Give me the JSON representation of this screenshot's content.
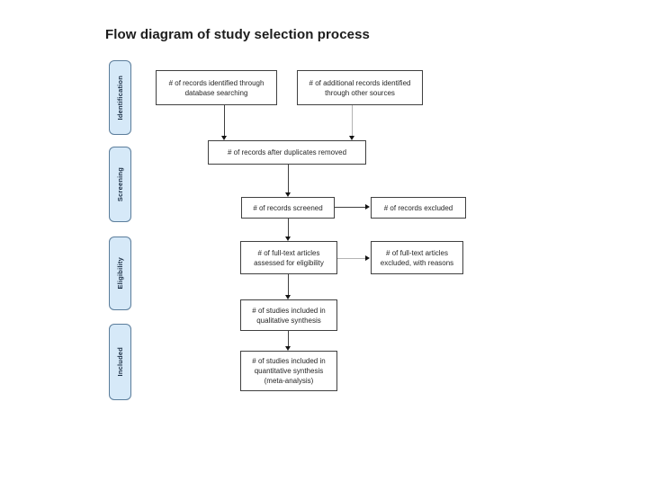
{
  "page": {
    "title": "Flow diagram of study selection process",
    "background_color": "#ffffff"
  },
  "colors": {
    "stage_fill": "#d6e9f8",
    "stage_border": "#5b7d9b",
    "stage_text": "#1c2f45",
    "box_border": "#404040",
    "box_text": "#262626",
    "connector_dark": "#3f3f3f",
    "connector_grey": "#b3b3b3",
    "arrowhead": "#141414"
  },
  "sidebar": {
    "stages": [
      {
        "label": "Identification"
      },
      {
        "label": "Screening"
      },
      {
        "label": "Eligibility"
      },
      {
        "label": "Included"
      }
    ]
  },
  "flow": {
    "boxes": [
      {
        "id": "records-identified",
        "label": "# of records identified through\ndatabase searching"
      },
      {
        "id": "additional-records",
        "label": "# of additional records identified\nthrough other sources"
      },
      {
        "id": "duplicates-removed",
        "label": "# of records after duplicates removed"
      },
      {
        "id": "records-screened",
        "label": "# of records screened"
      },
      {
        "id": "records-excluded",
        "label": "# of records excluded"
      },
      {
        "id": "fulltext-assessed",
        "label": "# of full-text articles\nassessed for eligibility"
      },
      {
        "id": "fulltext-excluded",
        "label": "# of full-text articles\nexcluded, with reasons"
      },
      {
        "id": "qualitative-synthesis",
        "label": "# of studies included in\nqualitative synthesis"
      },
      {
        "id": "quantitative-synthesis",
        "label": "# of studies included in\nquantitative synthesis\n(meta-analysis)"
      }
    ]
  }
}
